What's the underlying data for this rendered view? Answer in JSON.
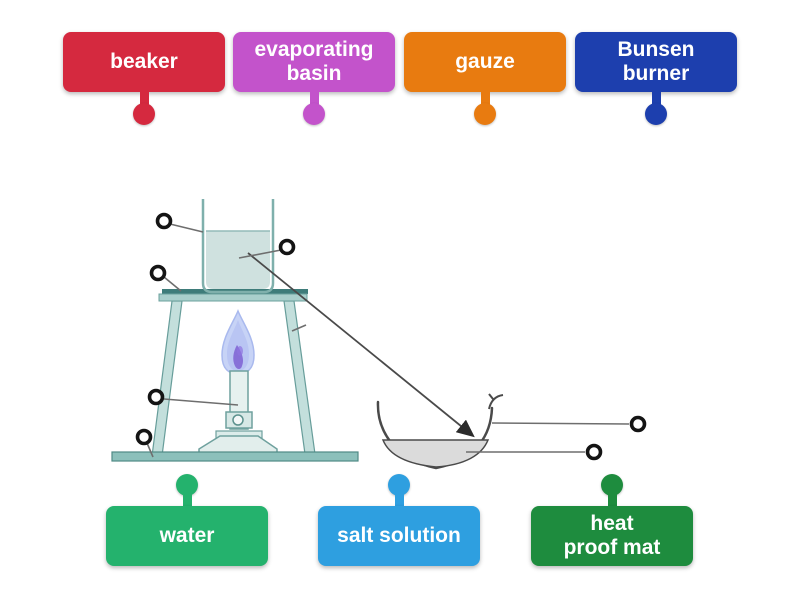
{
  "activity": {
    "word_bank_top": [
      {
        "id": "beaker",
        "label": "beaker",
        "color": "#d5293f"
      },
      {
        "id": "evaporating-basin",
        "label": "evaporating\nbasin",
        "color": "#c353cb"
      },
      {
        "id": "gauze",
        "label": "gauze",
        "color": "#e87b10"
      },
      {
        "id": "bunsen-burner",
        "label": "Bunsen\nburner",
        "color": "#1d3fae"
      }
    ],
    "word_bank_bottom": [
      {
        "id": "water",
        "label": "water",
        "color": "#24b26d"
      },
      {
        "id": "salt-solution",
        "label": "salt solution",
        "color": "#2e9fe0"
      },
      {
        "id": "heat-proof-mat",
        "label": "heat\nproof mat",
        "color": "#1e8c3e"
      }
    ],
    "diagram": {
      "answer_slots": [
        {
          "id": "slot-beaker-rim",
          "points_to": "beaker"
        },
        {
          "id": "slot-beaker-liquid",
          "points_to": "water in beaker"
        },
        {
          "id": "slot-gauze",
          "points_to": "gauze on tripod"
        },
        {
          "id": "slot-burner-barrel",
          "points_to": "Bunsen burner"
        },
        {
          "id": "slot-mat",
          "points_to": "heat proof mat"
        },
        {
          "id": "slot-basin",
          "points_to": "evaporating basin"
        },
        {
          "id": "slot-basin-liquid",
          "points_to": "salt solution in basin"
        }
      ],
      "arrow": {
        "meaning": "pour from beaker into evaporating basin"
      }
    }
  }
}
